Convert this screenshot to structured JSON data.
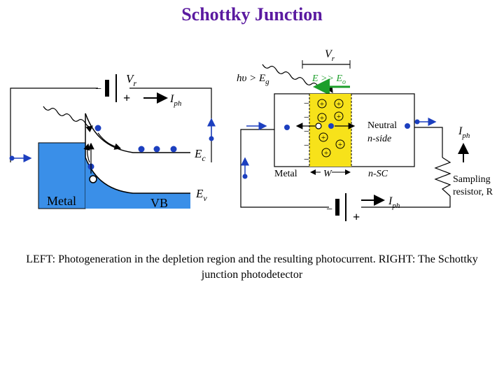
{
  "title": "Schottky Junction",
  "caption": "LEFT: Photogeneration in the depletion region and the resulting photocurrent. RIGHT: The Schottky junction photodetector",
  "left": {
    "vr": "V",
    "vr_sub": "r",
    "iph": "I",
    "iph_sub": "ph",
    "ec": "E",
    "ec_sub": "c",
    "ev": "E",
    "ev_sub": "v",
    "metal": "Metal",
    "vb": "VB",
    "plus": "+",
    "minus": "−"
  },
  "right": {
    "vr": "V",
    "vr_sub": "r",
    "photon": "hυ > E",
    "photon_sub": "g",
    "field": "E >> E",
    "field_sub": "o",
    "neutral1": "Neutral",
    "neutral2": "n-side",
    "metal": "Metal",
    "w": "W",
    "nsc": "n-SC",
    "iph": "I",
    "iph_sub": "ph",
    "iph2": "I",
    "iph2_sub": "ph",
    "sampling1": "Sampling",
    "sampling2": "resistor, R",
    "plus": "+",
    "minus": "−"
  },
  "colors": {
    "title": "#5a1aa0",
    "metal_fill": "#3a8fe8",
    "depletion_fill": "#f7e21a",
    "dot": "#1c3fbf",
    "arrow": "#1c3fbf",
    "field_arrow": "#1c9e2a"
  }
}
